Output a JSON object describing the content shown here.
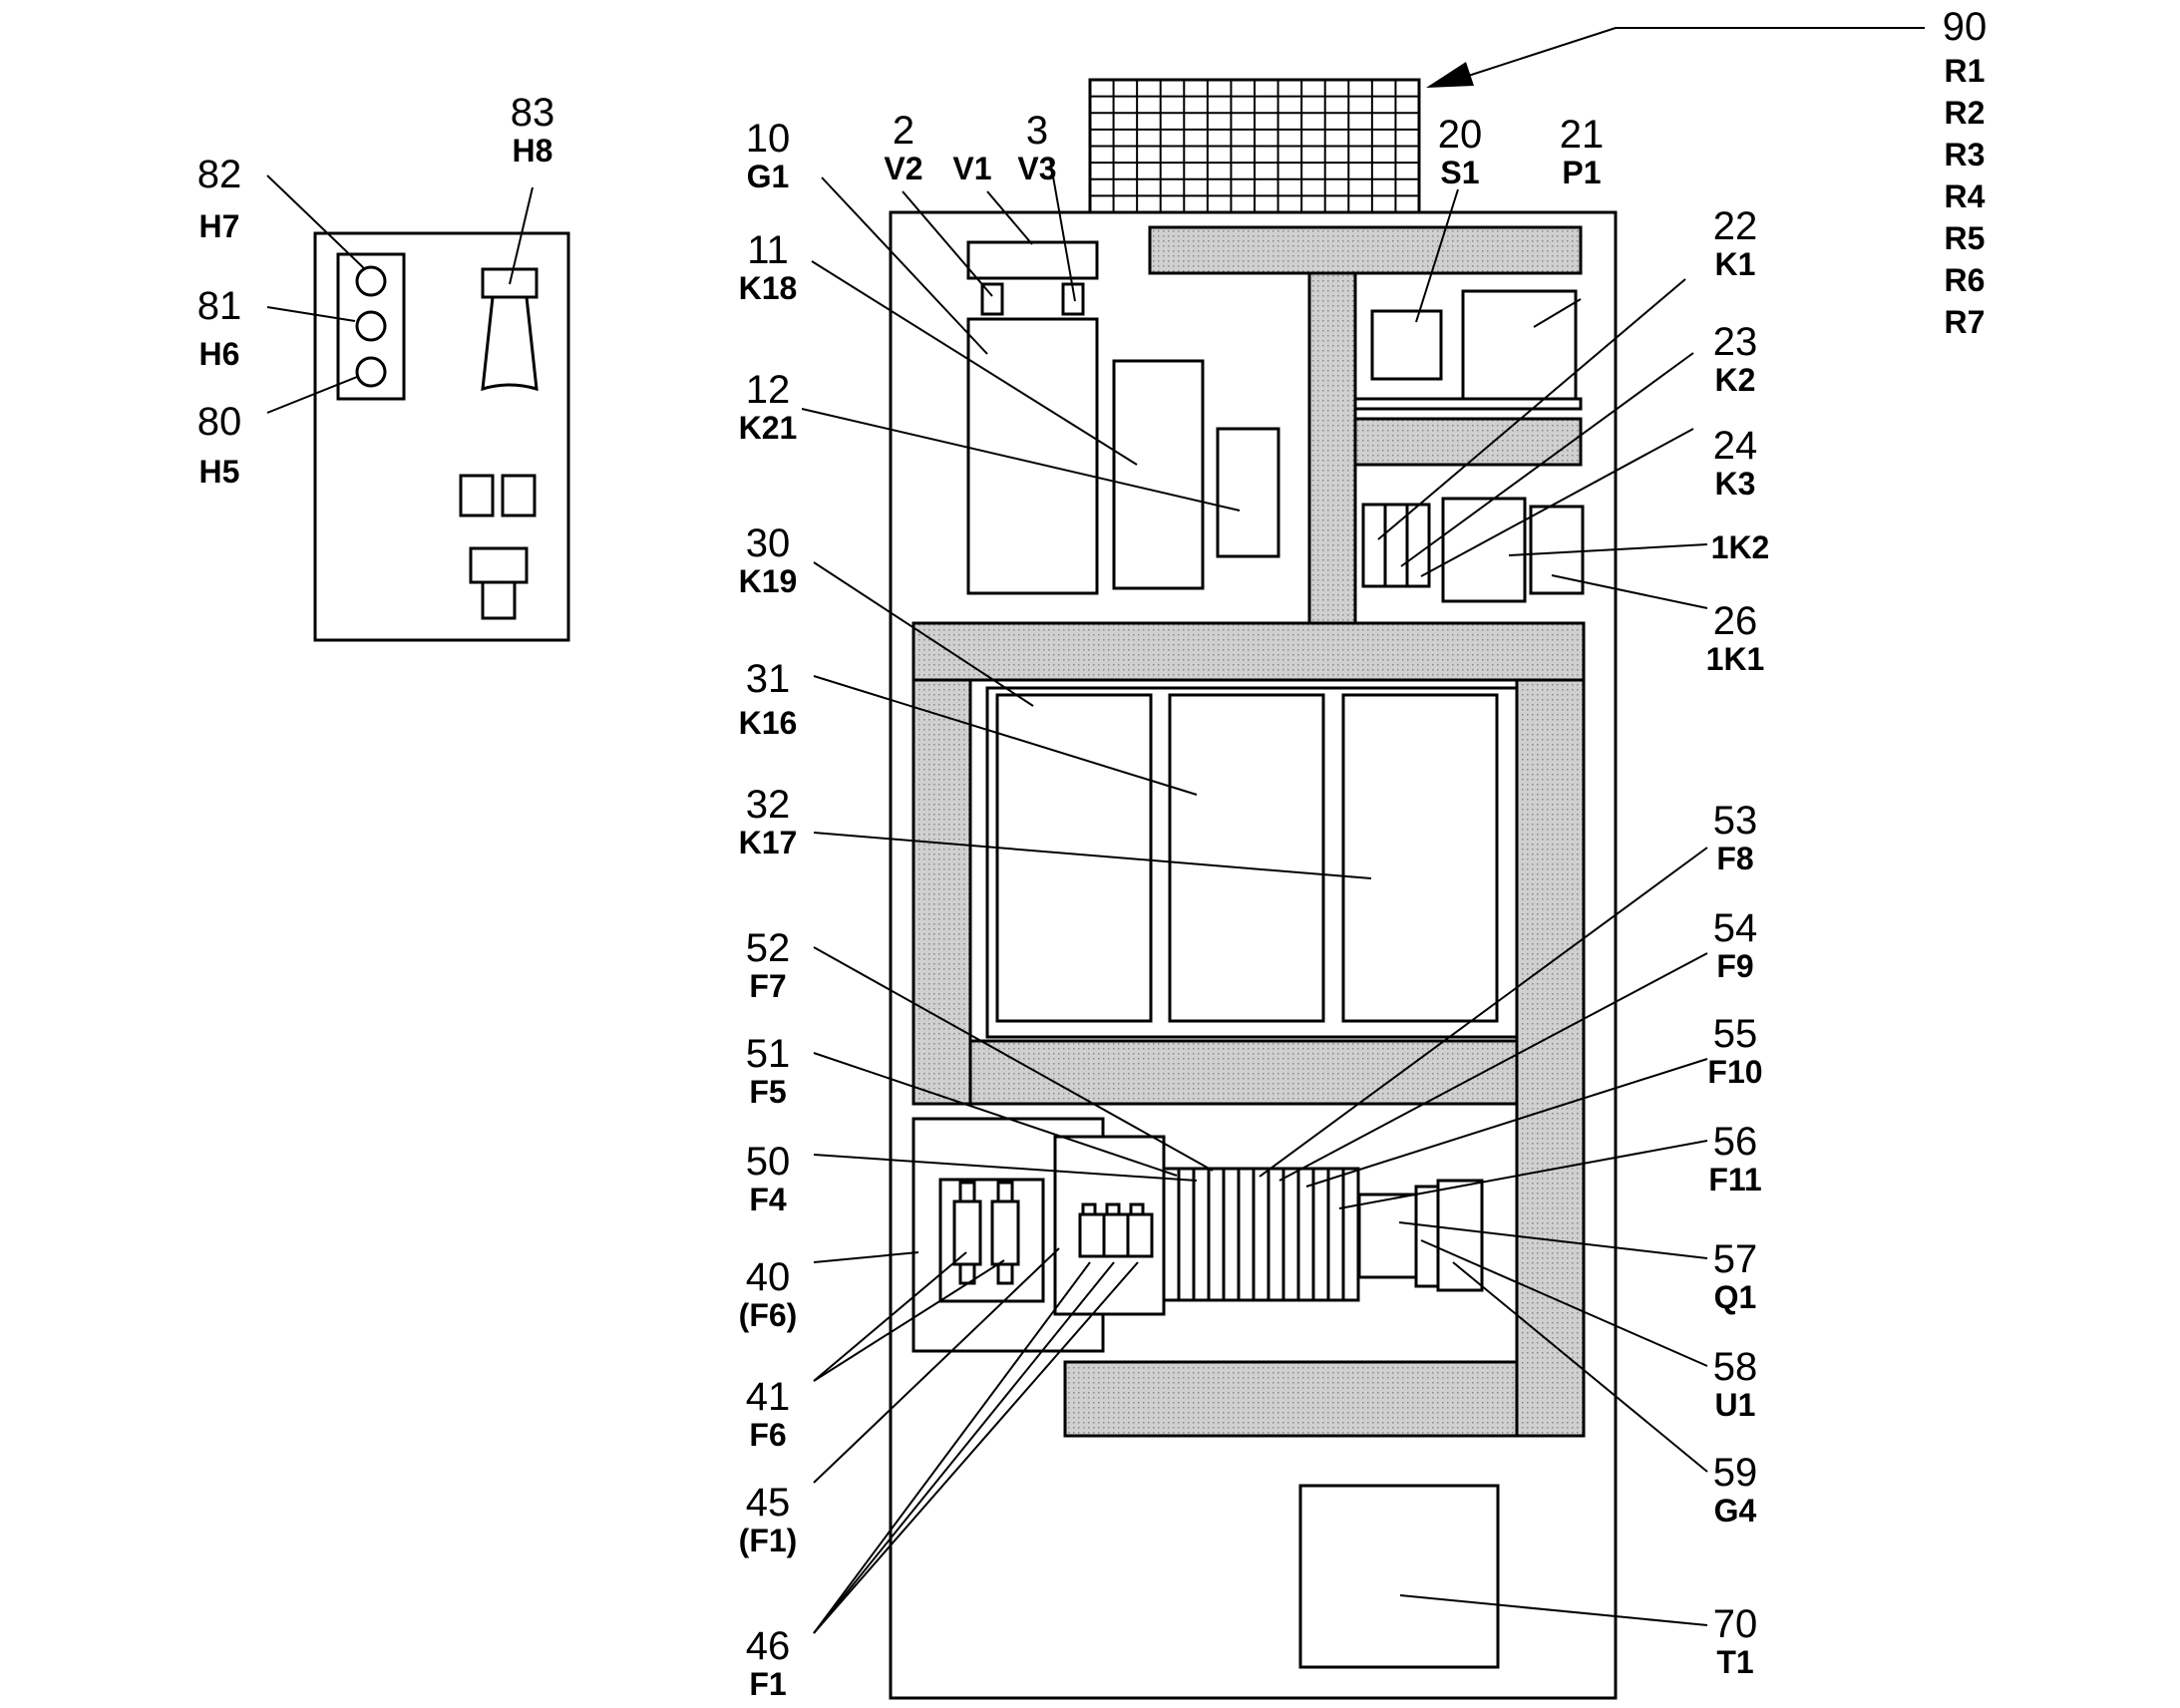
{
  "callouts": [
    {
      "id": "c90",
      "number": "90",
      "codes": [
        "R1",
        "R2",
        "R3",
        "R4",
        "R5",
        "R6",
        "R7"
      ]
    },
    {
      "id": "c83",
      "number": "83",
      "codes": [
        "H8"
      ]
    },
    {
      "id": "c82",
      "number": "82",
      "codes": [
        "H7"
      ]
    },
    {
      "id": "c81",
      "number": "81",
      "codes": [
        "H6"
      ]
    },
    {
      "id": "c80",
      "number": "80",
      "codes": [
        "H5"
      ]
    },
    {
      "id": "c10",
      "number": "10",
      "codes": [
        "G1"
      ]
    },
    {
      "id": "c2",
      "number": "2",
      "codes": [
        "V2"
      ]
    },
    {
      "id": "cV1",
      "number": "",
      "codes": [
        "V1"
      ]
    },
    {
      "id": "c3",
      "number": "3",
      "codes": [
        "V3"
      ]
    },
    {
      "id": "c20",
      "number": "20",
      "codes": [
        "S1"
      ]
    },
    {
      "id": "c21",
      "number": "21",
      "codes": [
        "P1"
      ]
    },
    {
      "id": "c11",
      "number": "11",
      "codes": [
        "K18"
      ]
    },
    {
      "id": "c12",
      "number": "12",
      "codes": [
        "K21"
      ]
    },
    {
      "id": "c22",
      "number": "22",
      "codes": [
        "K1"
      ]
    },
    {
      "id": "c23",
      "number": "23",
      "codes": [
        "K2"
      ]
    },
    {
      "id": "c24",
      "number": "24",
      "codes": [
        "K3"
      ]
    },
    {
      "id": "c1K2",
      "number": "",
      "codes": [
        "1K2"
      ]
    },
    {
      "id": "c26",
      "number": "26",
      "codes": [
        "1K1"
      ]
    },
    {
      "id": "c30",
      "number": "30",
      "codes": [
        "K19"
      ]
    },
    {
      "id": "c31",
      "number": "31",
      "codes": [
        "K16"
      ]
    },
    {
      "id": "c32",
      "number": "32",
      "codes": [
        "K17"
      ]
    },
    {
      "id": "c52",
      "number": "52",
      "codes": [
        "F7"
      ]
    },
    {
      "id": "c51",
      "number": "51",
      "codes": [
        "F5"
      ]
    },
    {
      "id": "c50",
      "number": "50",
      "codes": [
        "F4"
      ]
    },
    {
      "id": "c40",
      "number": "40",
      "codes": [
        "(F6)"
      ]
    },
    {
      "id": "c41",
      "number": "41",
      "codes": [
        "F6"
      ]
    },
    {
      "id": "c45",
      "number": "45",
      "codes": [
        "(F1)"
      ]
    },
    {
      "id": "c46",
      "number": "46",
      "codes": [
        "F1"
      ]
    },
    {
      "id": "c53",
      "number": "53",
      "codes": [
        "F8"
      ]
    },
    {
      "id": "c54",
      "number": "54",
      "codes": [
        "F9"
      ]
    },
    {
      "id": "c55",
      "number": "55",
      "codes": [
        "F10"
      ]
    },
    {
      "id": "c56",
      "number": "56",
      "codes": [
        "F11"
      ]
    },
    {
      "id": "c57",
      "number": "57",
      "codes": [
        "Q1"
      ]
    },
    {
      "id": "c58",
      "number": "58",
      "codes": [
        "U1"
      ]
    },
    {
      "id": "c59",
      "number": "59",
      "codes": [
        "G4"
      ]
    },
    {
      "id": "c70",
      "number": "70",
      "codes": [
        "T1"
      ]
    }
  ]
}
